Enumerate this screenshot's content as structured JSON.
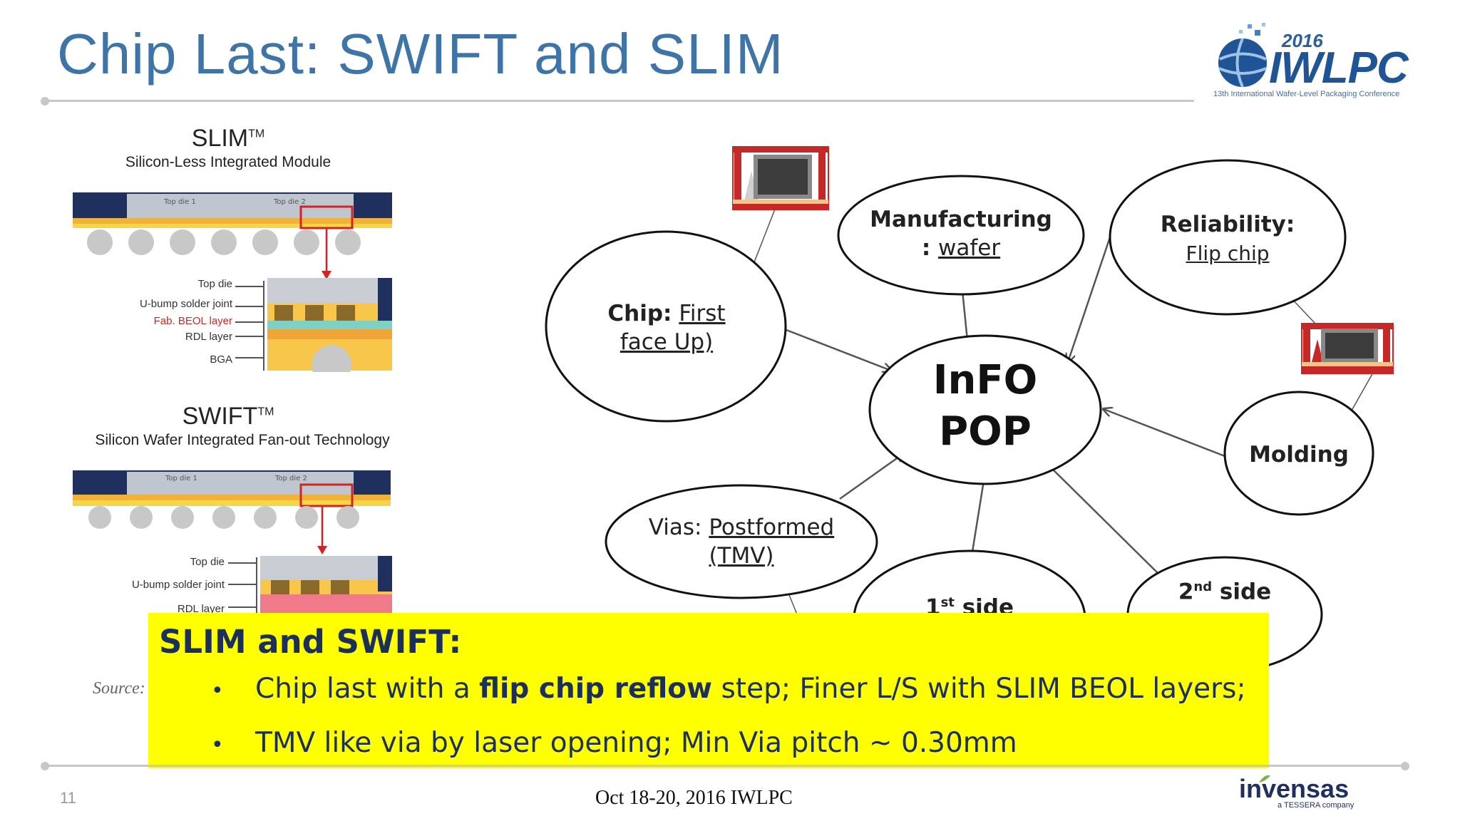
{
  "slide": {
    "title": "Chip Last: SWIFT and SLIM",
    "page_number": "11",
    "footer_date": "Oct 18-20, 2016 IWLPC",
    "source_label": "Source:"
  },
  "logo": {
    "year": "2016",
    "name": "IWLPC",
    "subtitle": "13th International Wafer-Level Packaging Conference"
  },
  "company_logo": {
    "name_a": "in",
    "name_b": "vensas",
    "tagline": "a TESSERA company"
  },
  "slim": {
    "title": "SLIM",
    "tm": "TM",
    "subtitle": "Silicon-Less Integrated Module",
    "die1": "Top die 1",
    "die2": "Top die 2",
    "labels": [
      "Top die",
      "U-bump solder joint",
      "Fab. BEOL layer",
      "RDL layer",
      "BGA"
    ]
  },
  "swift": {
    "title": "SWIFT",
    "tm": "TM",
    "subtitle": "Silicon Wafer Integrated Fan-out Technology",
    "die1": "Top die 1",
    "die2": "Top die 2",
    "labels": [
      "Top die",
      "U-bump solder joint",
      "RDL layer"
    ]
  },
  "diagram": {
    "center_line1": "InFO",
    "center_line2": "POP",
    "chip_label": "Chip:",
    "chip_value_1": "First",
    "chip_value_2": "face Up)",
    "mfg_line1": "Manufacturing",
    "mfg_prefix": ": ",
    "mfg_value": "wafer",
    "rel_label": "Reliability:",
    "rel_value": "Flip chip",
    "molding": "Molding",
    "vias_label": "Vias:",
    "vias_value_1": "Postformed",
    "vias_value_2": "(TMV)",
    "first_side_num": "1",
    "first_side_sup": "st",
    "first_side_text": " side",
    "second_side_num": "2",
    "second_side_sup": "nd",
    "second_side_text": " side"
  },
  "callout": {
    "title": "SLIM and SWIFT:",
    "b1_pre": "Chip last with a ",
    "b1_bold": "flip chip reflow",
    "b1_post": " step; Finer L/S with SLIM BEOL layers;",
    "b2": "TMV like via by laser opening; Min Via pitch ~ 0.30mm",
    "bullet_char": "•"
  }
}
